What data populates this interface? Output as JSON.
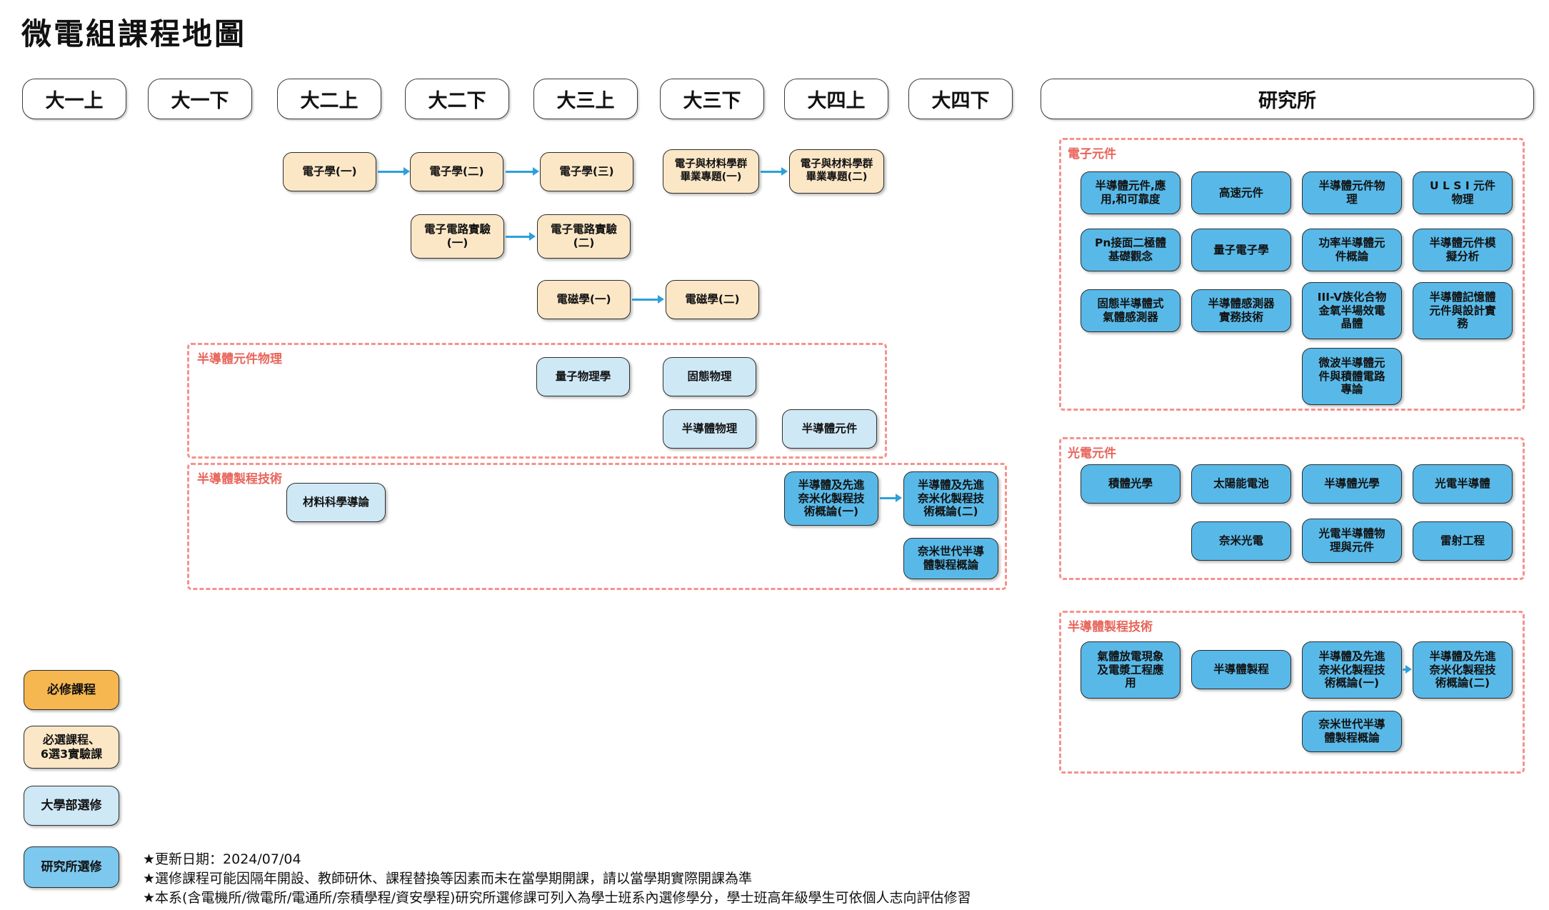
{
  "page": {
    "title": "微電組課程地圖"
  },
  "semesters": {
    "s1": "大一上",
    "s2": "大一下",
    "s3": "大二上",
    "s4": "大二下",
    "s5": "大三上",
    "s6": "大三下",
    "s7": "大四上",
    "s8": "大四下",
    "grad": "研究所"
  },
  "flow": {
    "electronics_1": "電子學(一)",
    "electronics_2": "電子學(二)",
    "electronics_3": "電子學(三)",
    "capstone_1": "電子與材料學群\n畢業專題(一)",
    "capstone_2": "電子與材料學群\n畢業專題(二)",
    "circuits_lab_1": "電子電路實驗\n(一)",
    "circuits_lab_2": "電子電路實驗\n(二)",
    "electromagnetics_1": "電磁學(一)",
    "electromagnetics_2": "電磁學(二)"
  },
  "groups": {
    "device_physics": {
      "label": "半導體元件物理",
      "quantum_physics": "量子物理學",
      "solid_state": "固態物理",
      "semiconductor_physics": "半導體物理",
      "semiconductor_devices": "半導體元件"
    },
    "process_left": {
      "label": "半導體製程技術",
      "materials_science": "材料科學導論",
      "nano_process_1": "半導體及先進\n奈米化製程技\n術概論(一)",
      "nano_process_2": "半導體及先進\n奈米化製程技\n術概論(二)",
      "nano_generation": "奈米世代半導\n體製程概論"
    },
    "electronic_devices": {
      "label": "電子元件",
      "c1": "半導體元件,應\n用,和可靠度",
      "c2": "高速元件",
      "c3": "半導體元件物\n理",
      "c4": "U L S I 元件\n物理",
      "c5": "Pn接面二極體\n基礎觀念",
      "c6": "量子電子學",
      "c7": "功率半導體元\n件概論",
      "c8": "半導體元件模\n擬分析",
      "c9": "固態半導體式\n氣體感測器",
      "c10": "半導體感測器\n實務技術",
      "c11": "III-V族化合物\n金氧半場效電\n晶體",
      "c12": "半導體記憶體\n元件與設計實\n務",
      "c13": "微波半導體元\n件與積體電路\n專論"
    },
    "optoelectronic_devices": {
      "label": "光電元件",
      "c1": "積體光學",
      "c2": "太陽能電池",
      "c3": "半導體光學",
      "c4": "光電半導體",
      "c5": "奈米光電",
      "c6": "光電半導體物\n理與元件",
      "c7": "雷射工程"
    },
    "process_grad": {
      "label": "半導體製程技術",
      "c1": "氣體放電現象\n及電漿工程應\n用",
      "c2": "半導體製程",
      "c3": "半導體及先進\n奈米化製程技\n術概論(一)",
      "c4": "半導體及先進\n奈米化製程技\n術概論(二)",
      "c5": "奈米世代半導\n體製程概論"
    }
  },
  "legend": {
    "required": "必修課程",
    "required_elective": "必選課程、\n6選3實驗課",
    "undergrad_elective": "大學部選修",
    "grad_elective": "研究所選修"
  },
  "footnotes": {
    "line1": "★更新日期：2024/07/04",
    "line2": "★選修課程可能因隔年開設、教師研休、課程替換等因素而未在當學期開課，請以當學期實際開課為準",
    "line3": "★本系(含電機所/微電所/電通所/奈積學程/資安學程)研究所選修課可列入為學士班系內選修學分，學士班高年級學生可依個人志向評估修習"
  },
  "colors": {
    "required": "#F6B750",
    "required_elective": "#FBE7C6",
    "undergrad_elective": "#CFE8F6",
    "grad_elective": "#58B9E8",
    "grad_elective_legend": "#7CC8EE",
    "group_dashed_border": "#F5928B",
    "group_label": "#E8655B",
    "arrow": "#2E9FD9"
  }
}
